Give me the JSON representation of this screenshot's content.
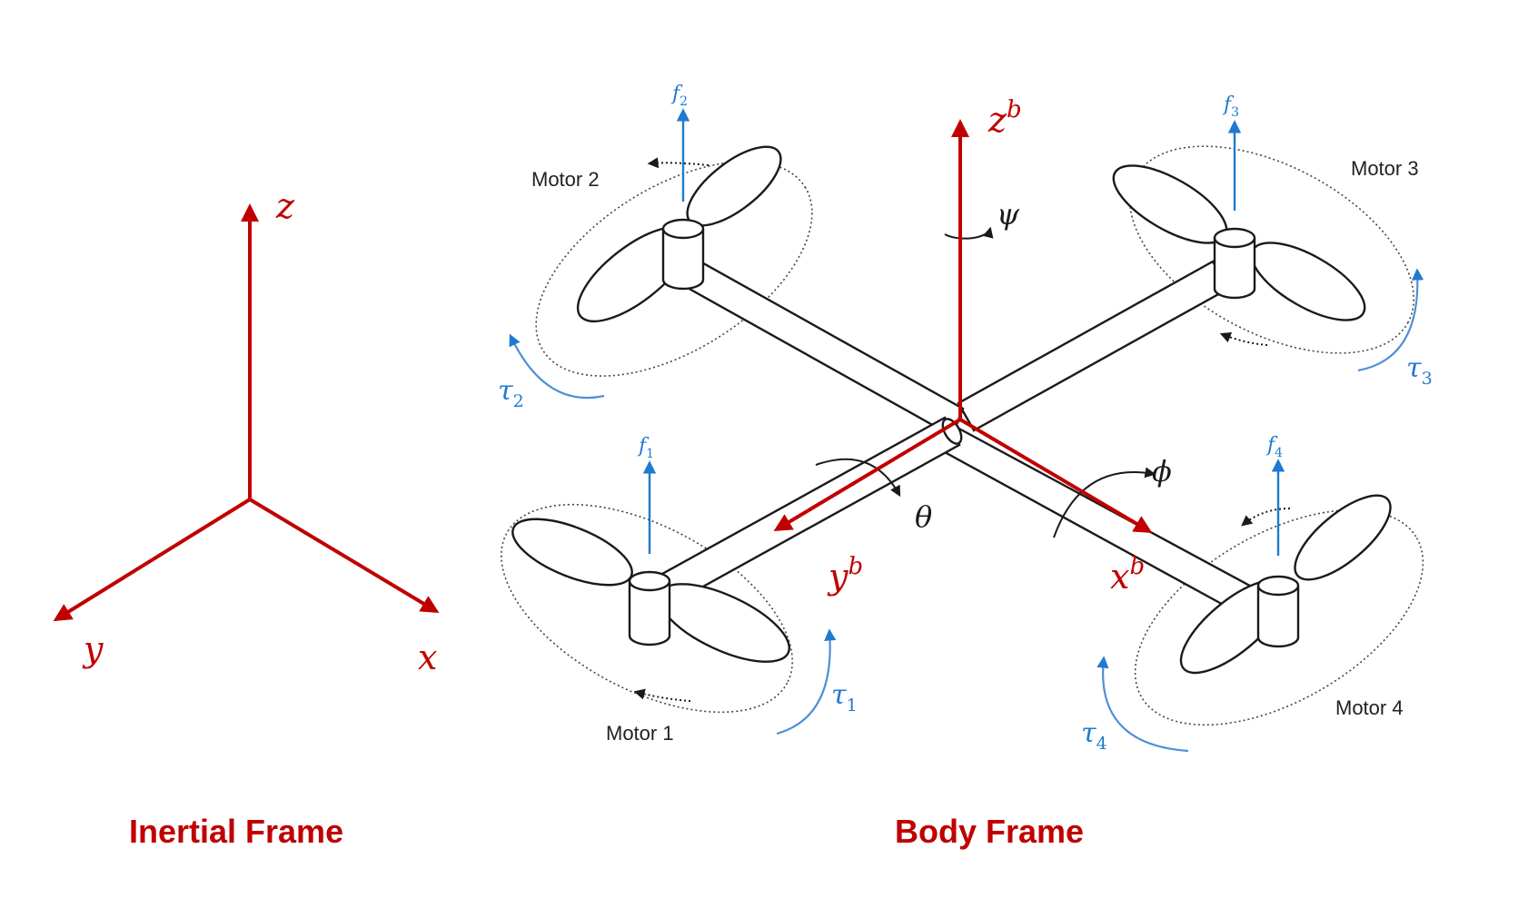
{
  "inertial_frame": {
    "title": "Inertial Frame",
    "axes": {
      "z": "z",
      "y": "y",
      "x": "x"
    }
  },
  "body_frame": {
    "title": "Body Frame",
    "axes": {
      "z": {
        "base": "z",
        "sup": "b"
      },
      "y": {
        "base": "y",
        "sup": "b"
      },
      "x": {
        "base": "x",
        "sup": "b"
      }
    },
    "angles": {
      "yaw": "ψ",
      "pitch": "θ",
      "roll": "ϕ"
    }
  },
  "motors": [
    {
      "label": "Motor 1",
      "force": {
        "base": "f",
        "sub": "1"
      },
      "torque": {
        "base": "τ",
        "sub": "1"
      }
    },
    {
      "label": "Motor 2",
      "force": {
        "base": "f",
        "sub": "2"
      },
      "torque": {
        "base": "τ",
        "sub": "2"
      }
    },
    {
      "label": "Motor 3",
      "force": {
        "base": "f",
        "sub": "3"
      },
      "torque": {
        "base": "τ",
        "sub": "3"
      }
    },
    {
      "label": "Motor 4",
      "force": {
        "base": "f",
        "sub": "4"
      },
      "torque": {
        "base": "τ",
        "sub": "4"
      }
    }
  ],
  "colors": {
    "axis_red": "#c00000",
    "force_blue": "#1f7ad1",
    "line_black": "#1a1a1a"
  }
}
